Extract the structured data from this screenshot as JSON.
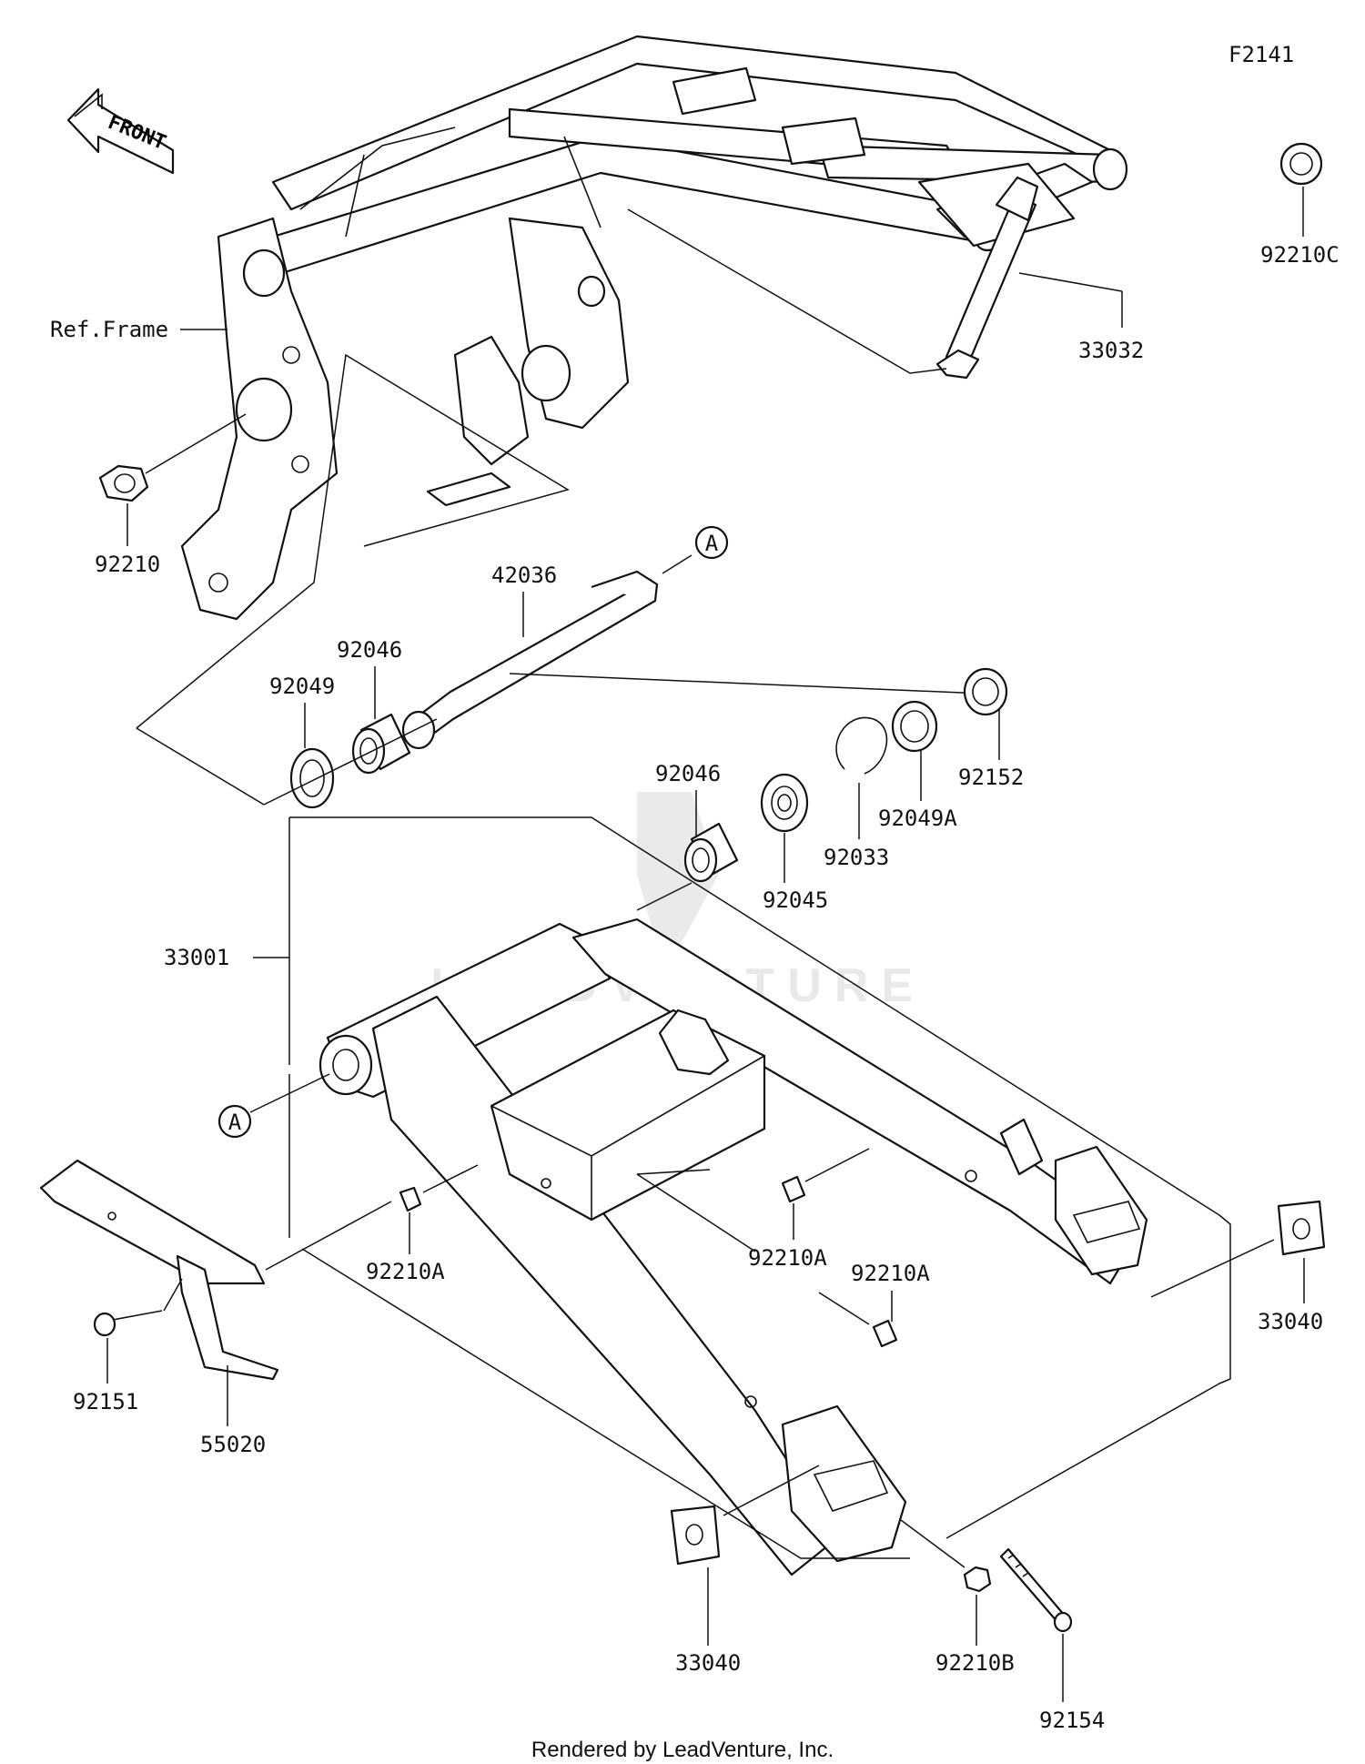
{
  "diagram": {
    "code": "F2141",
    "front_label": "FRONT",
    "ref_frame_label": "Ref.Frame",
    "ref_marker": "A",
    "footer": "Rendered by LeadVenture, Inc.",
    "watermark": "LEADVENTURE"
  },
  "parts": [
    {
      "id": "p-92210C",
      "number": "92210C"
    },
    {
      "id": "p-33032",
      "number": "33032"
    },
    {
      "id": "p-92210",
      "number": "92210"
    },
    {
      "id": "p-42036",
      "number": "42036"
    },
    {
      "id": "p-92046-a",
      "number": "92046"
    },
    {
      "id": "p-92049",
      "number": "92049"
    },
    {
      "id": "p-92152",
      "number": "92152"
    },
    {
      "id": "p-92049A",
      "number": "92049A"
    },
    {
      "id": "p-92033",
      "number": "92033"
    },
    {
      "id": "p-92046-b",
      "number": "92046"
    },
    {
      "id": "p-92045",
      "number": "92045"
    },
    {
      "id": "p-33001",
      "number": "33001"
    },
    {
      "id": "p-92210A-a",
      "number": "92210A"
    },
    {
      "id": "p-92210A-b",
      "number": "92210A"
    },
    {
      "id": "p-92210A-c",
      "number": "92210A"
    },
    {
      "id": "p-33040-a",
      "number": "33040"
    },
    {
      "id": "p-92151",
      "number": "92151"
    },
    {
      "id": "p-55020",
      "number": "55020"
    },
    {
      "id": "p-33040-b",
      "number": "33040"
    },
    {
      "id": "p-92210B",
      "number": "92210B"
    },
    {
      "id": "p-92154",
      "number": "92154"
    }
  ]
}
